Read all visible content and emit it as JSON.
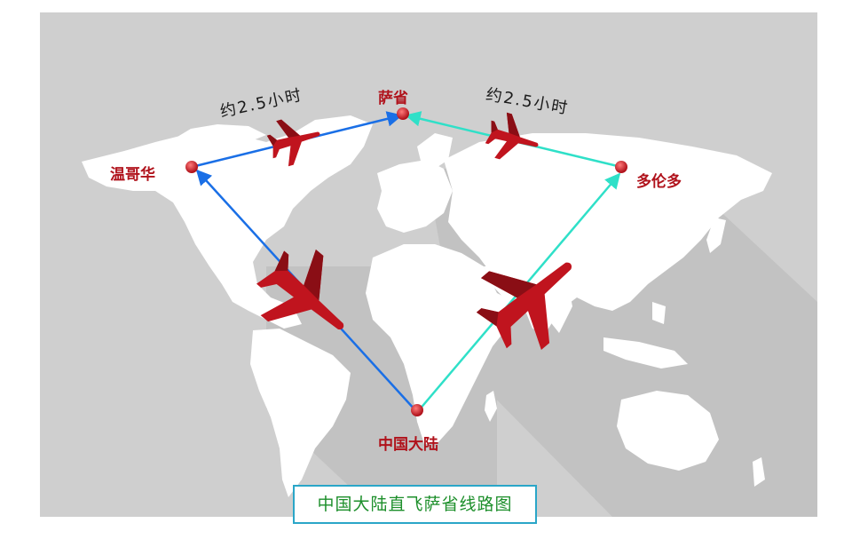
{
  "cities": {
    "vancouver": "温哥华",
    "saskatchewan": "萨省",
    "toronto": "多伦多",
    "china": "中国大陆"
  },
  "durations": {
    "vancouver_to_saskatchewan": "约2.5小时",
    "toronto_to_saskatchewan": "约2.5小时"
  },
  "caption": "中国大陆直飞萨省线路图",
  "colors": {
    "background": "#cfcfcf",
    "land": "#ffffff",
    "shadow": "#bdbdbd",
    "city_label": "#b0121b",
    "city_dot": "#c81e26",
    "route_vancouver": "#1a6fe6",
    "route_toronto": "#2fe0c8",
    "airplane": "#c0141e",
    "caption_border": "#2aa6c8",
    "caption_text": "#1d8f2b"
  },
  "icons": [
    "airplane-icon",
    "location-dot-icon"
  ]
}
